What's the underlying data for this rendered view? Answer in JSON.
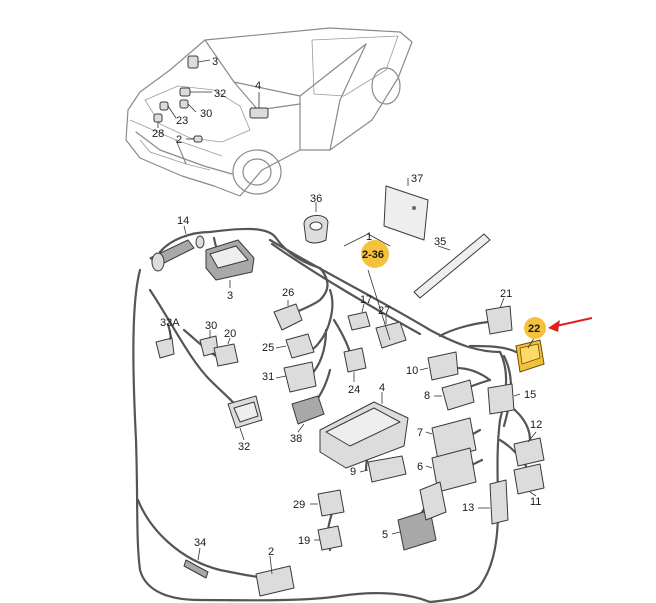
{
  "callouts": {
    "c3a": "3",
    "c4a": "4",
    "c32": "32",
    "c30a": "30",
    "c23": "23",
    "c28": "28",
    "c2a": "2",
    "c37": "37",
    "c36": "36",
    "c14": "14",
    "c1": "1",
    "c236": "2-36",
    "c35": "35",
    "c3b": "3",
    "c26": "26",
    "c17": "17",
    "c27": "27",
    "c21": "21",
    "c22": "22",
    "c33a": "33A",
    "c30b": "30",
    "c20": "20",
    "c25": "25",
    "c10": "10",
    "c15": "15",
    "c31": "31",
    "c24": "24",
    "c4b": "4",
    "c8": "8",
    "c38": "38",
    "c12": "12",
    "c7": "7",
    "c32b": "32",
    "c9": "9",
    "c6": "6",
    "c11": "11",
    "c29": "29",
    "c13": "13",
    "c19": "19",
    "c5": "5",
    "c34": "34",
    "c2b": "2"
  },
  "colors": {
    "highlight": "#f5c33b",
    "arrow": "#e02020",
    "wire": "#555555",
    "part": "#dcdcdc",
    "car_outline": "#8a8a8a"
  }
}
